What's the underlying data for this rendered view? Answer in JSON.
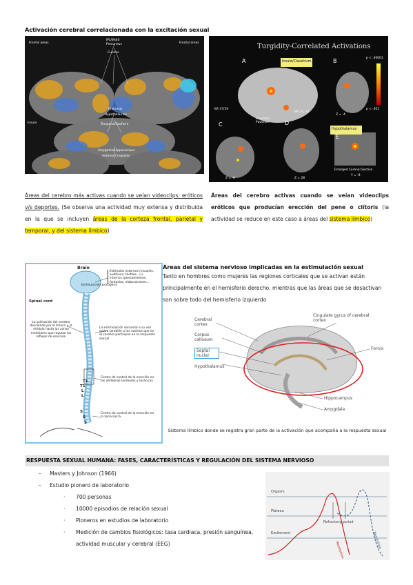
{
  "title_top": "Activación cerebral correlacionada con la excitación sexual",
  "fmri_left": {
    "labels": {
      "ipl": "IPL/BA40",
      "precuneus": "Precuneus",
      "cuneus": "Cuneus",
      "frontal_left": "Frontal areas",
      "frontal_right": "Frontal areas",
      "insula": "Insula",
      "temporal": "Temporal/Fusiform",
      "thalamus": "Thalamus",
      "hypothalamus": "Hypothalamus",
      "anterior_cingulate": "Anterior Cingulate",
      "amygdala": "Amygdala/Hippocampus"
    }
  },
  "fmri_right": {
    "title": "Turgidity-Correlated Activations",
    "labels": {
      "a": "A",
      "insula": "Insula/Claustrum",
      "b": "B",
      "p_top": "p < .00001",
      "p_bottom": "p < .001",
      "z_b": "Z = -4",
      "ba3719": "BA 37/19",
      "ba2432": "BA 24, 32",
      "caudate": "Caudate/ Putamen",
      "c": "C",
      "d": "D",
      "e": "E",
      "hypothalamus": "Hypothalamus",
      "z_c": "Z = -6",
      "z_d": "Z = 28",
      "enlarged": "Enlarged Coronal Section",
      "y": "Y = -8"
    }
  },
  "para_left": {
    "u1": "Áreas del cerebro más activas cuando se veían videoclips: eróticos v/s deportes.",
    "t1": " (Se observa una actividad muy extensa y distribuida en la que se incluyen ",
    "hl1": "áreas de la corteza frontal, parietal y temporal, y del sistema límbico",
    "t2": ")"
  },
  "para_right": {
    "b1": "Áreas del cerebro activas cuando se veían videoclips eróticos que producían erección del pene o clítoris",
    "t1": " (la actividad se reduce en este caso a áreas del ",
    "hl1": "sistema límbico",
    "t2": ")"
  },
  "spine": {
    "brain": "Brain",
    "stimuli": "Estímulos externos (visuales, auditivos, táctiles...) o internos (pensamientos, fantasías, elaboraciones....",
    "psychogenic": "Estimulación psicógena",
    "spinal_cord": "Spinal cord",
    "activation": "La activación del cerebro desciende por el tronco y la médula hasta las zonas medulares que regulan los reflejos de erección",
    "sensory": "La estimulación sensorial a su vez activa también a los núcleos que en el cerebro participan en la respuesta sexual",
    "t1": "T1",
    "t1b": "T1",
    "l1": "L",
    "l2": "L",
    "center_thoracic": "Centro de control de la erección en las vértebras lumbares y torácicas",
    "s1": "S",
    "s2": "S",
    "s3": "S",
    "center_sacral": "Centro de control de la erección en la zona sacra"
  },
  "nervous": {
    "heading": "Áreas del sistema nervioso implicadas en la estimulación sexual",
    "text": "Tanto en hombres como mujeres las regiones corticales que se activan están principalmente en el hemisferio derecho, mientras que las áreas que se desactivan son sobre todo del hemisferio izquierdo"
  },
  "limbic": {
    "cerebral_cortex": "Cerebral cortex",
    "corpus_callosum": "Corpus callosum",
    "septal": "Septal nuclei",
    "hypothalamus": "Hypothalamus",
    "cingulate": "Cingulate gyrus of cerebral cortex",
    "fornix": "Fornix",
    "hippocampus": "Hippocampus",
    "amygdala": "Amygdala",
    "caption": "Sistema límbico donde se registra gran parte de la activación que acompaña a la respuesta sexual"
  },
  "section": {
    "heading": "RESPUESTA SEXUAL HUMANA: FASES, CARACTERÍSTICAS Y REGULACIÓN DEL SISTEMA NERVIOSO",
    "bullets": [
      "Masters y Johnson (1966)",
      "Estudio pionero de laboratorio"
    ],
    "sub": [
      "700 personas",
      "10000 episodios de relación sexual",
      "Pioneros en estudios de laboratorio",
      "Medición de cambios fisiológicos: tasa cardiaca, presión sanguínea, actividad muscular y cerebral (EEG)"
    ]
  },
  "chart_data": {
    "type": "line",
    "labels": {
      "orgasm": "Orgasm",
      "plateau": "Plateau",
      "excitement": "Excitement",
      "refractory": "Refractory period",
      "resolution1": "Resolution",
      "resolution2": "Resolution"
    }
  }
}
